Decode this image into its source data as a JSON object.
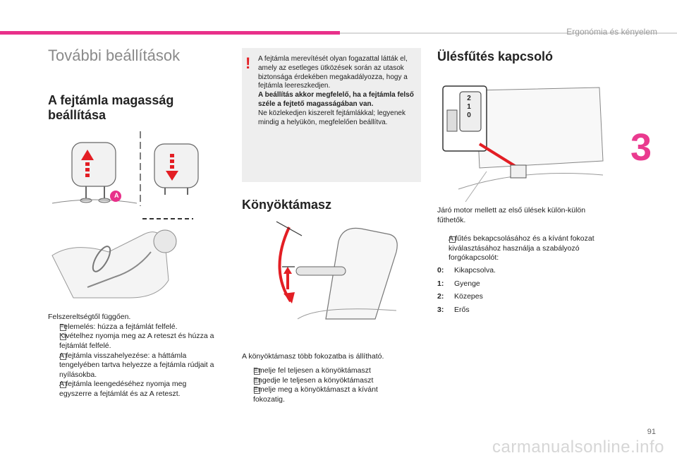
{
  "header": {
    "chapter_title": "Ergonómia és kényelem",
    "chapter_number": "3",
    "page_number": "91"
  },
  "watermark": "carmanualsonline.info",
  "section_title": "További beállítások",
  "headrest": {
    "heading": "A fejtámla magasság beállítása",
    "label_a": "A",
    "intro": "Felszereltségtől függően.",
    "bullets": [
      "Felemelés: húzza a fejtámlát felfelé.",
      "Kivételhez nyomja meg az A reteszt és húzza a fejtámlát felfelé.",
      "A fejtámla visszahelyezése: a háttámla tengelyében tartva helyezze a fejtámla rúdjait a nyílásokba.",
      "A fejtámla leengedéséhez nyomja meg egyszerre a fejtámlát és az A reteszt."
    ]
  },
  "warning": {
    "mark": "!",
    "text1": "A fejtámla merevítését olyan fogazattal látták el, amely az esetleges ütközések során az utasok biztonsága érdekében megakadályozza, hogy a fejtámla leereszkedjen.",
    "text_bold": "A beállítás akkor megfelelő, ha a fejtámla felső széle a fejtető magasságában van.",
    "text2": "Ne közlekedjen kiszerelt fejtámlákkal; legyenek mindig a helyükön, megfelelően beállítva."
  },
  "armrest": {
    "heading": "Könyöktámasz",
    "intro": "A könyöktámasz több fokozatba is állítható.",
    "bullets": [
      "Emelje fel teljesen a könyöktámaszt",
      "Engedje le teljesen a könyöktámaszt",
      "Emelje meg a könyöktámaszt a kívánt fokozatig."
    ]
  },
  "seat_heating": {
    "heading": "Ülésfűtés kapcsoló",
    "knob_labels": [
      "2",
      "1",
      "0"
    ],
    "intro": "Járó motor mellett az első ülések külön-külön fűthetők.",
    "bullet": "A fűtés bekapcsolásához és a kívánt fokozat kiválasztásához használja a szabályozó forgókapcsolót:",
    "levels": [
      {
        "key": "0:",
        "label": "Kikapcsolva."
      },
      {
        "key": "1:",
        "label": "Gyenge"
      },
      {
        "key": "2:",
        "label": "Közepes"
      },
      {
        "key": "3:",
        "label": "Erős"
      }
    ]
  },
  "colors": {
    "accent": "#e8308a",
    "warning_red": "#e31e24",
    "warning_bg": "#eeeeee"
  }
}
